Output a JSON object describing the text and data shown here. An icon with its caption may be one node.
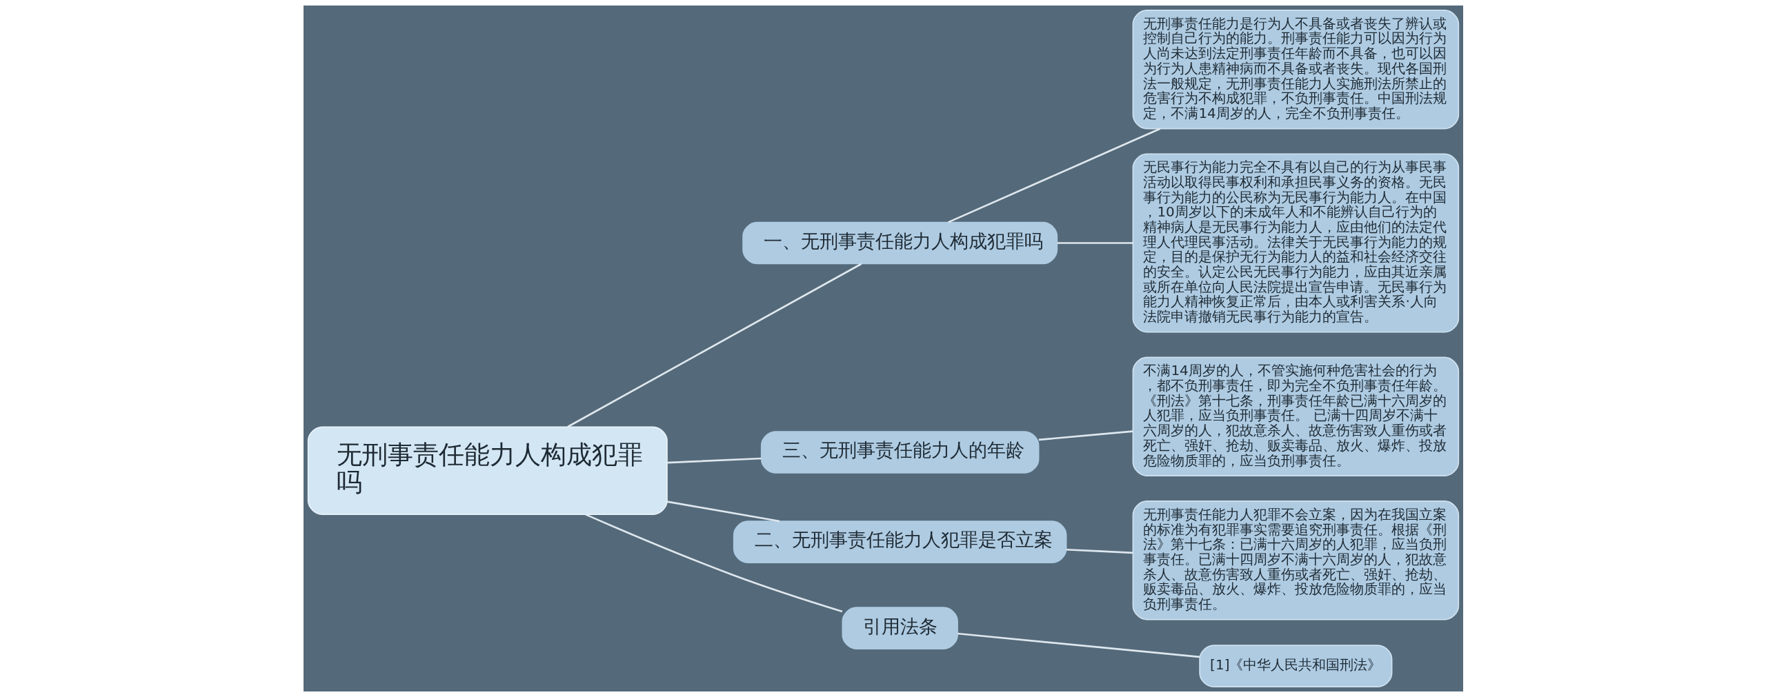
{
  "diagram": {
    "nodes": [
      {
        "text": [
          "无刑事责任能力人构成犯罪吗"
        ]
      },
      {
        "text": [
          "一、无刑事责任能力人构成犯罪吗"
        ]
      },
      {
        "text": [
          "无刑事责任能力是行为人不具备或者丧失了辨认或控制自己行为的能力。刑事责任能力可以因为行为人尚未达到法定刑事责任年龄而不具备，也可以因为行为人患精神病而不具备或者丧失。现代各国刑法一般规定，无刑事责任能力人实施刑法所禁止的危害行为不构成犯罪，不负刑事责任。中国刑法规定，不满14周岁的人，完全不负刑事责任。"
        ]
      },
      {
        "text": [
          "无民事行为能力完全不具有以自己的行为从事民事活动以取得民事权利和承担民事义务的资格。无民事行为能力的公民称为无民事行为能力人。在中国，10周岁以下的未成年人和不能辨认自己行为的精神病人是无民事行为能力人，应由他们的法定代理人代理民事活动。法律关于无民事行为能力的规定，目的是保护无行为能力人的益和社会经济交往的安全。认定公民无民事行为能力，应由其近亲属或所在单位向人民法院提出宣告申请。无民事行为能力人精神恢复正常后，由本人或利害关系·人向法院申请撤销无民事行为能力的宣告。"
        ]
      },
      {
        "text": [
          "三、无刑事责任能力人的年龄"
        ]
      },
      {
        "text": [
          "不满14周岁的人，不管实施何种危害社会的行为，都不负刑事责任，即为完全不负刑事责任年龄。《刑法》第十七条，刑事责任年龄已满十六周岁的人犯罪，应当负刑事责任。 已满十四周岁不满十六周岁的人，犯故意杀人、故意伤害致人重伤或者死亡、强奸、抢劫、贩卖毒品、放火、爆炸、投放危险物质罪的，应当负刑事责任。"
        ]
      },
      {
        "text": [
          "二、无刑事责任能力人犯罪是否立案"
        ]
      },
      {
        "text": [
          "无刑事责任能力人犯罪不会立案，因为在我国立案的标准为有犯罪事实需要追究刑事责任。根据《刑法》第十七条：已满十六周岁的人犯罪，应当负刑事责任。已满十四周岁不满十六周岁的人，犯故意杀人、故意伤害致人重伤或者死亡、强奸、抢劫、贩卖毒品、放火、爆炸、投放危险物质罪的，应当负刑事责任。"
        ]
      },
      {
        "text": [
          "引用法条"
        ]
      },
      {
        "text": [
          "[1]《中华人民共和国刑法》"
        ]
      }
    ],
    "edges": [
      {
        "from": 0,
        "to": 1,
        "arrow": "none"
      },
      {
        "from": 1,
        "to": 2,
        "arrow": "none"
      },
      {
        "from": 1,
        "to": 3,
        "arrow": "none"
      },
      {
        "from": 0,
        "to": 4,
        "arrow": "none"
      },
      {
        "from": 4,
        "to": 5,
        "arrow": "none"
      },
      {
        "from": 0,
        "to": 6,
        "arrow": "none"
      },
      {
        "from": 6,
        "to": 7,
        "arrow": "none"
      },
      {
        "from": 0,
        "to": 8,
        "arrow": "none"
      },
      {
        "from": 8,
        "to": 9,
        "arrow": "none"
      }
    ]
  }
}
